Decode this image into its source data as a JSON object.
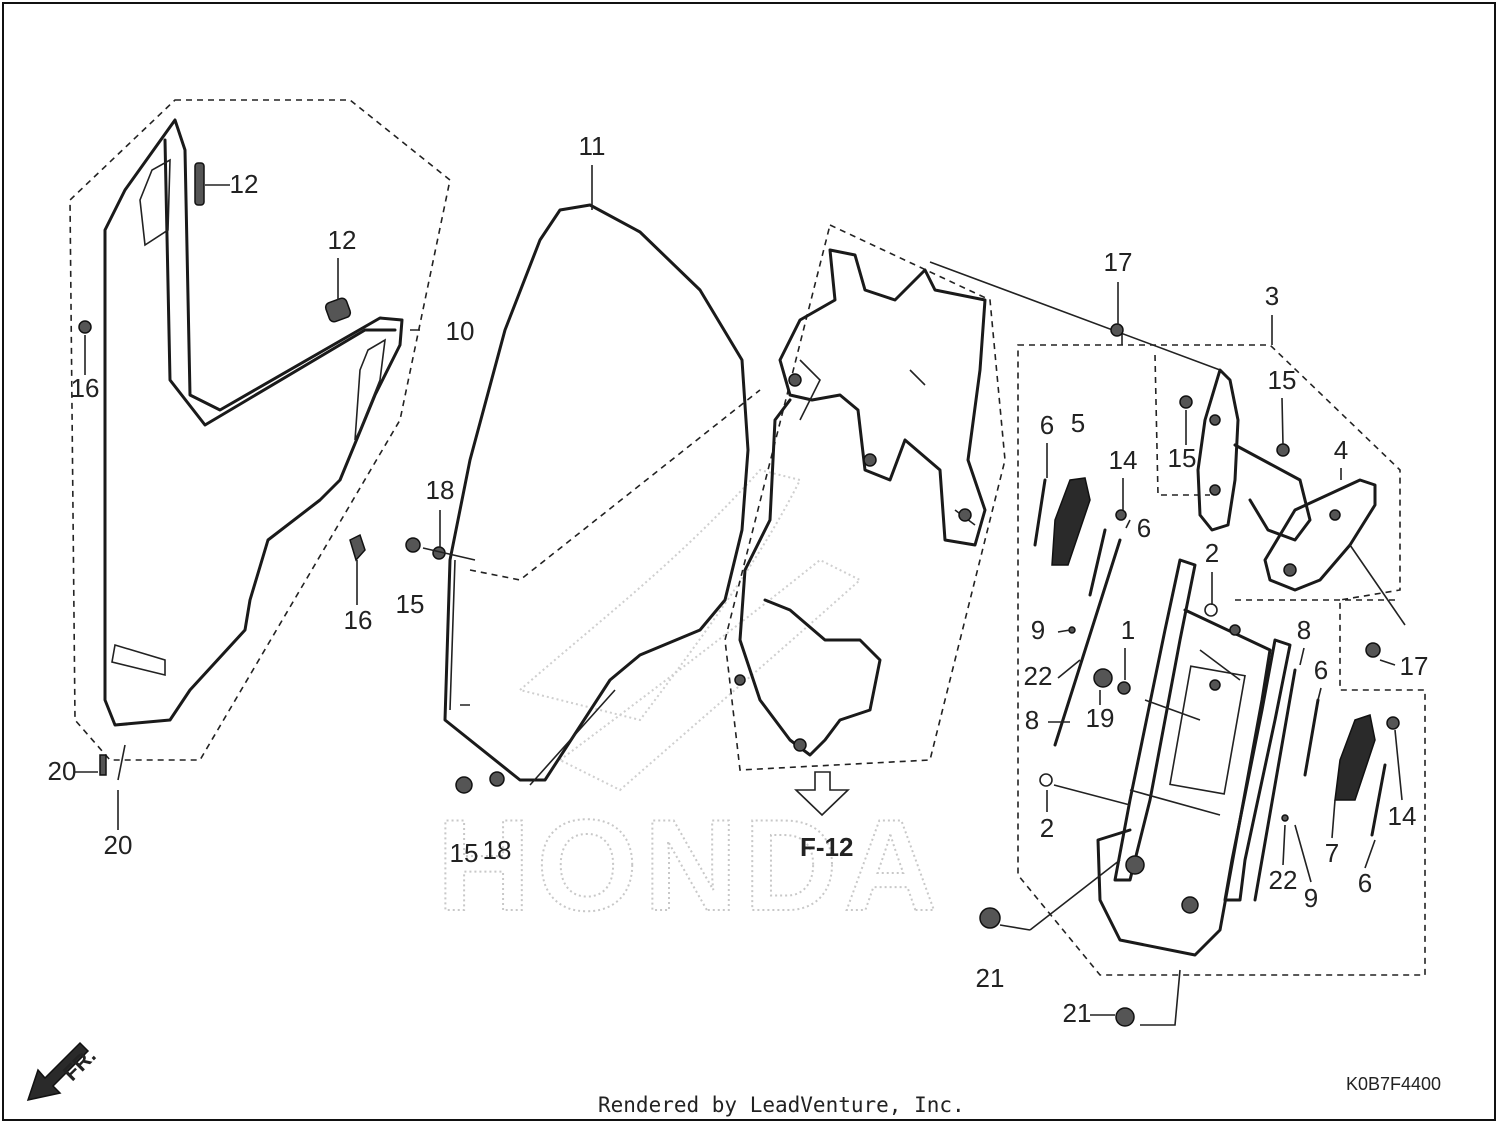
{
  "diagram": {
    "code": "K0B7F4400",
    "credit": "Rendered by LeadVenture, Inc.",
    "ref_label": "F-12",
    "direction_label": "FR.",
    "watermark": "HONDA",
    "callouts": [
      "12",
      "12",
      "10",
      "16",
      "16",
      "20",
      "20",
      "11",
      "18",
      "15",
      "15",
      "18",
      "17",
      "3",
      "15",
      "15",
      "4",
      "6",
      "5",
      "14",
      "6",
      "2",
      "9",
      "22",
      "8",
      "1",
      "19",
      "8",
      "6",
      "17",
      "2",
      "14",
      "7",
      "22",
      "9",
      "6",
      "21",
      "21"
    ]
  }
}
